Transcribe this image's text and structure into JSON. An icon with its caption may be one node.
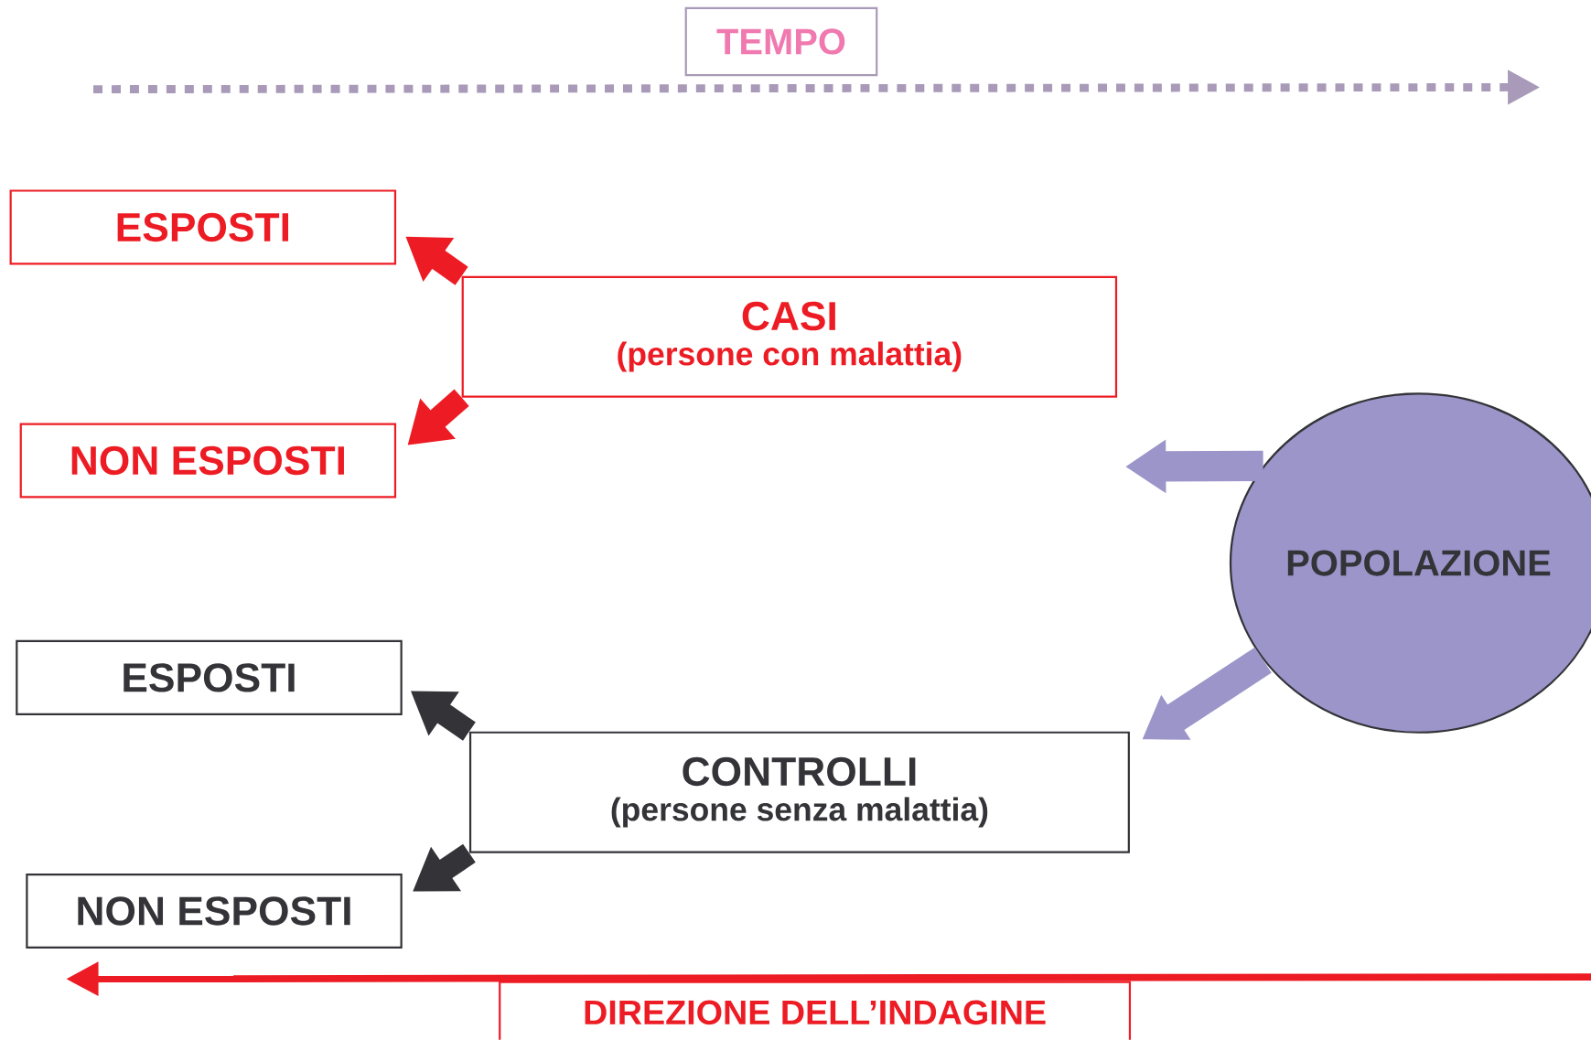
{
  "diagram": {
    "nodes": [
      {
        "text": [
          "TEMPO"
        ]
      },
      {
        "text": [
          "ESPOSTI"
        ]
      },
      {
        "text": [
          "CASI",
          "(persone con malattia)"
        ]
      },
      {
        "text": [
          "NON ESPOSTI"
        ]
      },
      {
        "text": [
          "ESPOSTI"
        ]
      },
      {
        "text": [
          "CONTROLLI",
          "(persone senza malattia)"
        ]
      },
      {
        "text": [
          "NON ESPOSTI"
        ]
      },
      {
        "text": [
          "POPOLAZIONE"
        ]
      },
      {
        "text": [
          "DIREZIONE DELL’INDAGINE"
        ]
      }
    ],
    "edges": [
      {
        "from": 7,
        "to": 2,
        "arrow": "to",
        "color": "#9b95c9"
      },
      {
        "from": 7,
        "to": 5,
        "arrow": "to",
        "color": "#9b95c9"
      },
      {
        "from": 2,
        "to": 1,
        "arrow": "to",
        "color": "#ed1c24"
      },
      {
        "from": 2,
        "to": 3,
        "arrow": "to",
        "color": "#ed1c24"
      },
      {
        "from": 5,
        "to": 4,
        "arrow": "to",
        "color": "#333338"
      },
      {
        "from": 5,
        "to": 6,
        "arrow": "to",
        "color": "#333338"
      }
    ]
  }
}
